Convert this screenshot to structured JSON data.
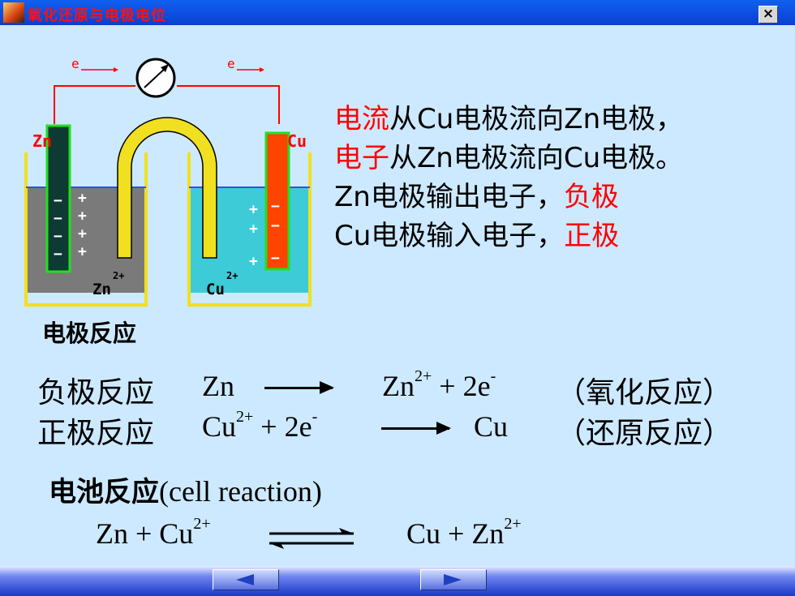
{
  "window": {
    "title": "氧化还原与电极电位",
    "close_label": "×"
  },
  "diagram": {
    "electron_label_left": "e",
    "electron_label_right": "e",
    "electrode_left": "Zn",
    "electrode_right": "Cu",
    "solution_left": "Zn",
    "solution_left_charge": "2+",
    "solution_right": "Cu",
    "solution_right_charge": "2+",
    "left_charges": "−\n−\n−\n−",
    "left_plus": "+\n+\n+\n+",
    "right_plus": "+\n+\n+",
    "right_minus": "−\n−\n−",
    "colors": {
      "zn_electrode": "#0d3a32",
      "cu_electrode": "#ff4400",
      "left_solution": "#7a7a7a",
      "right_solution": "#3ecbd8",
      "salt_bridge": "#f0e020",
      "wire": "#ff0000"
    }
  },
  "statements": {
    "line1_red": "电流",
    "line1_rest": "从Cu电极流向Zn电极，",
    "line2_red": "电子",
    "line2_rest": "从Zn电极流向Cu电极。",
    "line3_rest": "Zn电极输出电子，",
    "line3_red": "负极",
    "line4_rest": "Cu电极输入电子，",
    "line4_red": "正极"
  },
  "electrode_reactions": {
    "heading": "电极反应",
    "negative": {
      "label": "负极反应",
      "reactant": "Zn",
      "product_base": "Zn",
      "product_charge": "2+",
      "electrons": " + 2e",
      "electron_sup": "-",
      "note": "（氧化反应）"
    },
    "positive": {
      "label": "正极反应",
      "reactant_base": "Cu",
      "reactant_charge": "2+",
      "electrons": " + 2e",
      "electron_sup": "-",
      "product": "Cu",
      "note": "（还原反应）"
    }
  },
  "cell_reaction": {
    "heading_zh": "电池反应",
    "heading_en": "(cell reaction)",
    "left": "Zn + Cu",
    "left_charge": "2+",
    "right": "Cu + Zn",
    "right_charge": "2+"
  },
  "navigation": {
    "prev_icon": "left-arrow-icon",
    "next_icon": "right-arrow-icon"
  }
}
